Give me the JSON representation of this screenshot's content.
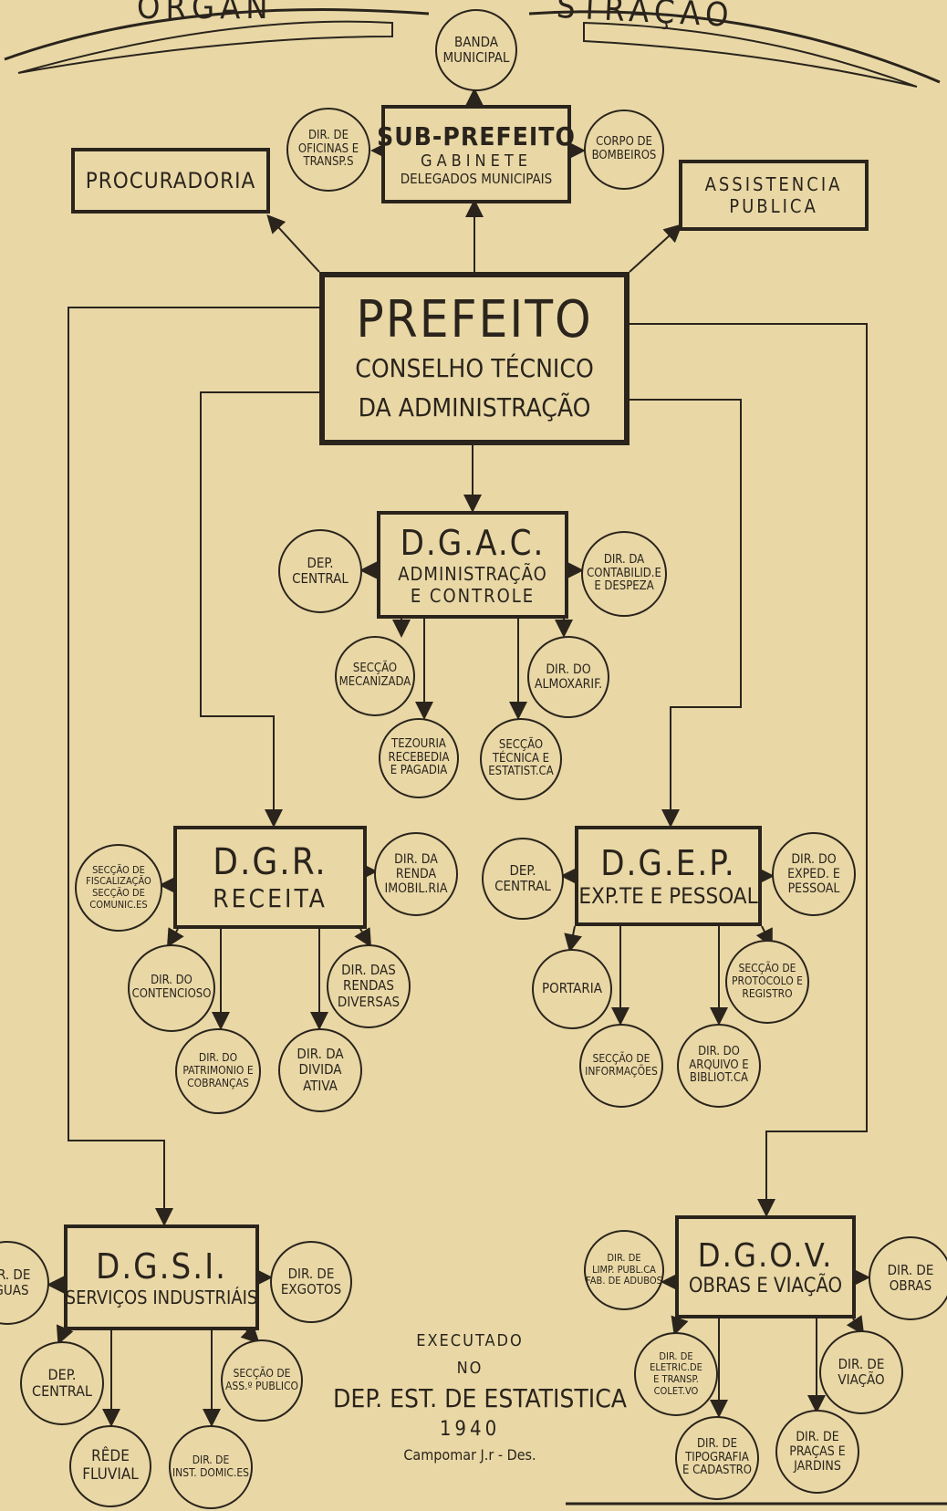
{
  "header": {
    "title_left": "ORGAN",
    "title_right": "STRAÇÃO"
  },
  "nodes": {
    "banda": [
      "BANDA",
      "MUNICIPAL"
    ],
    "subprefeito": {
      "title": "SUB-PREFEITO",
      "l2": "GABINETE",
      "l3": "DELEGADOS MUNICIPAIS"
    },
    "oficinas": [
      "DIR. DE",
      "OFICINAS E",
      "TRANSP.S"
    ],
    "bombeiros": [
      "CORPO DE",
      "BOMBEIROS"
    ],
    "procuradoria": "PROCURADORIA",
    "assistencia": [
      "ASSISTENCIA",
      "PUBLICA"
    ],
    "prefeito": {
      "title": "PREFEITO",
      "l2": "CONSELHO TÉCNICO",
      "l3": "DA ADMINISTRAÇÃO"
    },
    "dgac": {
      "title": "D.G.A.C.",
      "l2": "ADMINISTRAÇÃO",
      "l3": "E CONTROLE"
    },
    "dgac_central": [
      "DEP.",
      "CENTRAL"
    ],
    "dgac_contab": [
      "DIR. DA",
      "CONTABILID.E",
      "E DESPEZA"
    ],
    "seccao_mec": [
      "SECÇÃO",
      "MECANIZADA"
    ],
    "almoxarif": [
      "DIR. DO",
      "ALMOXARIF."
    ],
    "tezouraria": [
      "TEZOURIA",
      "RECEBEDIA",
      "E PAGADIA"
    ],
    "seccao_tec": [
      "SECÇÃO",
      "TÉCNICA E",
      "ESTATIST.CA"
    ],
    "dgr": {
      "title": "D.G.R.",
      "l2": "RECEITA"
    },
    "fiscal": [
      "SECÇÃO DE",
      "FISCALIZAÇÃO",
      "SECÇÃO DE",
      "COMUNIC.ES"
    ],
    "renda_imob": [
      "DIR. DA",
      "RENDA",
      "IMOBIL.RIA"
    ],
    "contencioso": [
      "DIR. DO",
      "CONTENCIOSO"
    ],
    "rendas_div": [
      "DIR. DAS",
      "RENDAS",
      "DIVERSAS"
    ],
    "patrimonio": [
      "DIR. DO",
      "PATRIMONIO E",
      "COBRANÇAS"
    ],
    "divida": [
      "DIR. DA",
      "DIVIDA",
      "ATIVA"
    ],
    "dgep": {
      "title": "D.G.E.P.",
      "l2": "EXP.TE E PESSOAL"
    },
    "dgep_central": [
      "DEP.",
      "CENTRAL"
    ],
    "exped": [
      "DIR. DO",
      "EXPED. E",
      "PESSOAL"
    ],
    "portaria": [
      "PORTARIA"
    ],
    "protocolo": [
      "SECÇÃO DE",
      "PROTOCOLO E",
      "REGISTRO"
    ],
    "informacoes": [
      "SECÇÃO DE",
      "INFORMAÇÕES"
    ],
    "arquivo": [
      "DIR. DO",
      "ARQUIVO E",
      "BIBLIOT.CA"
    ],
    "dgsi": {
      "title": "D.G.S.I.",
      "l2": "SERVIÇOS INDUSTRIÁIS"
    },
    "aguas": [
      "DIR. DE",
      "ÁGUAS"
    ],
    "exgotos": [
      "DIR. DE",
      "EXGOTOS"
    ],
    "dgsi_central": [
      "DEP.",
      "CENTRAL"
    ],
    "ass_publico": [
      "SECÇÃO DE",
      "ASS.º PUBLICO"
    ],
    "rede": [
      "RÊDE",
      "FLUVIAL"
    ],
    "domic": [
      "DIR. DE",
      "INST. DOMIC.ES"
    ],
    "dgov": {
      "title": "D.G.O.V.",
      "l2": "OBRAS E VIAÇÃO"
    },
    "limp": [
      "DIR. DE",
      "LIMP. PUBL.CA",
      "FAB. DE ADUBOS"
    ],
    "obras": [
      "DIR. DE",
      "OBRAS"
    ],
    "eletric": [
      "DIR. DE",
      "ELETRIC.DE",
      "E TRANSP.",
      "COLET.VO"
    ],
    "viacao": [
      "DIR. DE",
      "VIAÇÃO"
    ],
    "tipografia": [
      "DIR. DE",
      "TIPOGRAFIA",
      "E CADASTRO"
    ],
    "pracas": [
      "DIR. DE",
      "PRAÇAS E",
      "JARDINS"
    ]
  },
  "credit": {
    "l1": "EXECUTADO",
    "l2": "NO",
    "l3": "DEP. EST. DE ESTATISTICA",
    "year": "1940",
    "author": "Campomar J.r - Des."
  },
  "colors": {
    "paper": "#e9d8a6",
    "ink": "#2a241c"
  }
}
